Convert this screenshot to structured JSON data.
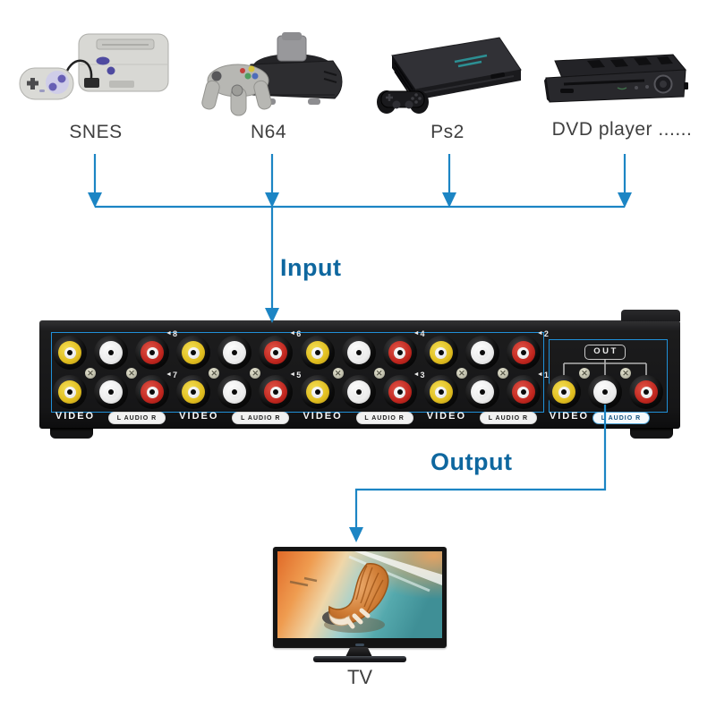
{
  "devices": [
    {
      "id": "snes",
      "label": "SNES"
    },
    {
      "id": "n64",
      "label": "N64"
    },
    {
      "id": "ps2",
      "label": "Ps2"
    },
    {
      "id": "dvd",
      "label": "DVD player ......"
    }
  ],
  "flow": {
    "input_label": "Input",
    "output_label": "Output"
  },
  "switcher": {
    "groups": [
      {
        "top_channel": "8",
        "bottom_channel": "7"
      },
      {
        "top_channel": "6",
        "bottom_channel": "5"
      },
      {
        "top_channel": "4",
        "bottom_channel": "3"
      },
      {
        "top_channel": "2",
        "bottom_channel": "1"
      }
    ],
    "out_label": "OUT",
    "port_labels": {
      "video": "VIDEO",
      "audio": "L AUDIO R"
    },
    "jack_colors": [
      "yellow",
      "white",
      "red"
    ]
  },
  "tv": {
    "label": "TV"
  },
  "icons": {
    "channel_arrow": "◄",
    "screw": "✕"
  },
  "colors": {
    "connector_blue": "#1c85c4",
    "flow_label_blue": "#0e679f",
    "outline_blue": "#2090d8",
    "jack_yellow": "#e6c427",
    "jack_white": "#ededed",
    "jack_red": "#c62a25",
    "chassis_black": "#1a1a1b",
    "device_label_gray": "#3f3f3f"
  }
}
